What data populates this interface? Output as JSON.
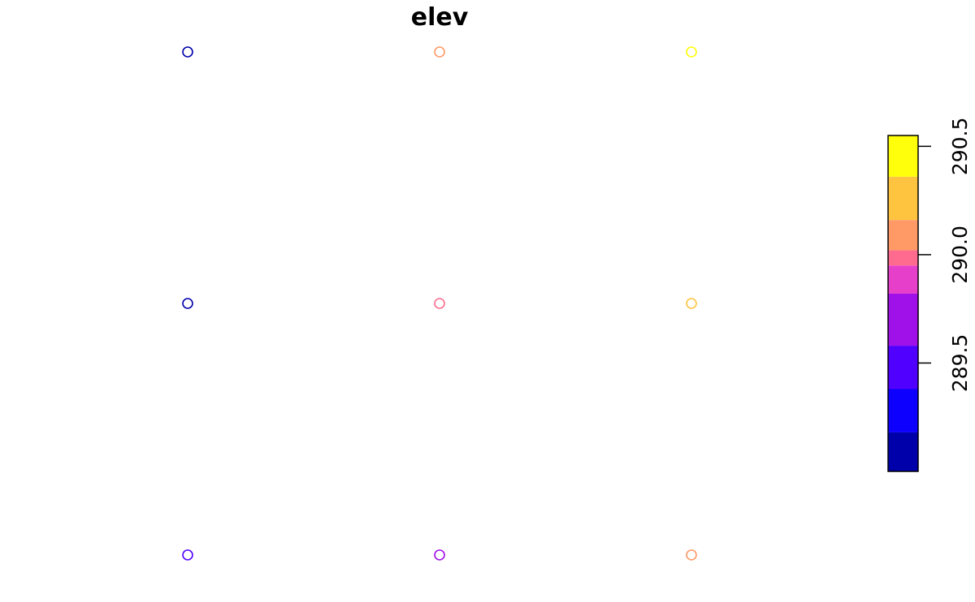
{
  "chart_data": {
    "type": "scatter",
    "title": "elev",
    "x": [
      1,
      2,
      3,
      1,
      2,
      3,
      1,
      2,
      3
    ],
    "y": [
      3,
      3,
      3,
      2,
      2,
      2,
      1,
      1,
      1
    ],
    "values": [
      289.07,
      290.03,
      290.55,
      289.09,
      289.96,
      290.28,
      289.43,
      289.72,
      290.15
    ],
    "legend": {
      "position": "right",
      "ticks": [
        "289.5",
        "290.0",
        "290.5"
      ],
      "tick_values": [
        289.5,
        290.0,
        290.5
      ],
      "breaks": [
        289.0,
        289.18,
        289.38,
        289.58,
        289.82,
        289.95,
        290.02,
        290.16,
        290.36,
        290.55
      ],
      "colors": [
        "#0000aa",
        "#0d00ff",
        "#5000ff",
        "#a011ea",
        "#e640cb",
        "#ff6b8f",
        "#ff9966",
        "#ffc43f",
        "#ffff0b"
      ]
    },
    "axes": "none",
    "grid": false
  }
}
